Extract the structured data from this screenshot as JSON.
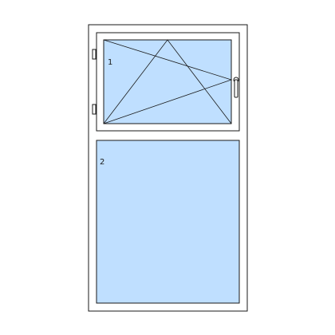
{
  "colors": {
    "glass": "#bfdfff",
    "frame": "#ffffff",
    "line": "#1a1a1a"
  },
  "panes": [
    {
      "label": "1",
      "opening": "tilt-turn"
    },
    {
      "label": "2",
      "opening": "fixed"
    }
  ],
  "icons": {
    "handle": "window-handle-icon",
    "hinge": "hinge-icon"
  }
}
